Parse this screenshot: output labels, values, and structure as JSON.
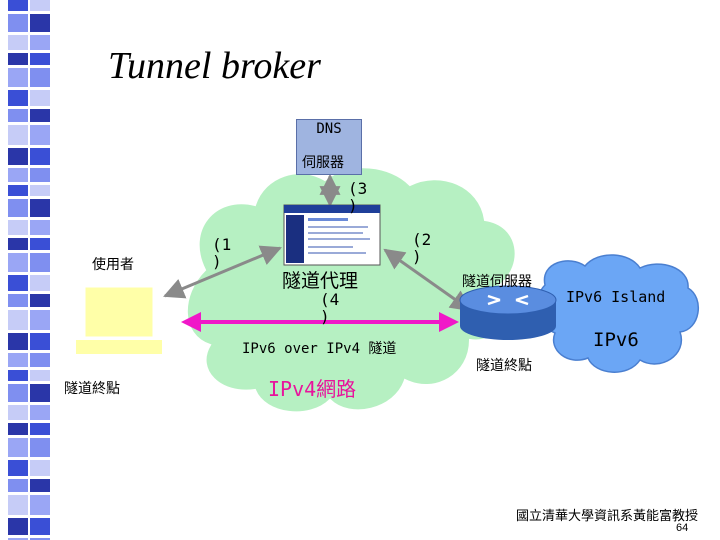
{
  "slide": {
    "title": "Tunnel broker",
    "footer_org": "國立清華大學資訊系黃能富教授",
    "page_number": "64"
  },
  "diagram": {
    "dns_label": "DNS",
    "dns_server": "伺服器",
    "user_label": "使用者",
    "endpoint_left": "隧道終點",
    "tunnel_proxy": "隧道代理",
    "tunnel_server": "隧道伺服器",
    "endpoint_right": "隧道終點",
    "ipv6_island": "IPv6 Island",
    "ipv6": "IPv6",
    "ipv6_over_ipv4": "IPv6 over IPv4 隧道",
    "ipv4_network": "IPv4網路",
    "step1_a": "(1",
    "step1_b": ")",
    "step2_a": "(2",
    "step2_b": ")",
    "step3_a": "(3",
    "step3_b": ")",
    "step4_a": "(4",
    "step4_b": ")"
  },
  "colors": {
    "cloud_fill": "#b6f0c2",
    "island_fill": "#6ba6f5",
    "tunnel_arrow": "#f018c8",
    "ipv4_text": "#e8149c",
    "dns_box": "#9fb4e0",
    "computer": "#ffffa8"
  }
}
